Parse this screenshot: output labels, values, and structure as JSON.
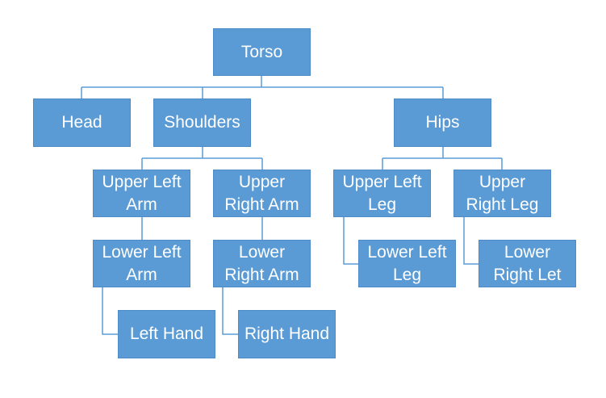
{
  "colors": {
    "node_fill": "#5b9bd5",
    "connector": "#5b9bd5",
    "text": "#ffffff"
  },
  "nodes": {
    "torso": "Torso",
    "head": "Head",
    "shoulders": "Shoulders",
    "hips": "Hips",
    "upper_left_arm": "Upper Left\nArm",
    "upper_right_arm": "Upper\nRight Arm",
    "upper_left_leg": "Upper Left\nLeg",
    "upper_right_leg": "Upper\nRight Leg",
    "lower_left_arm": "Lower Left\nArm",
    "lower_right_arm": "Lower\nRight Arm",
    "lower_left_leg": "Lower Left\nLeg",
    "lower_right_let": "Lower\nRight Let",
    "left_hand": "Left Hand",
    "right_hand": "Right Hand"
  }
}
